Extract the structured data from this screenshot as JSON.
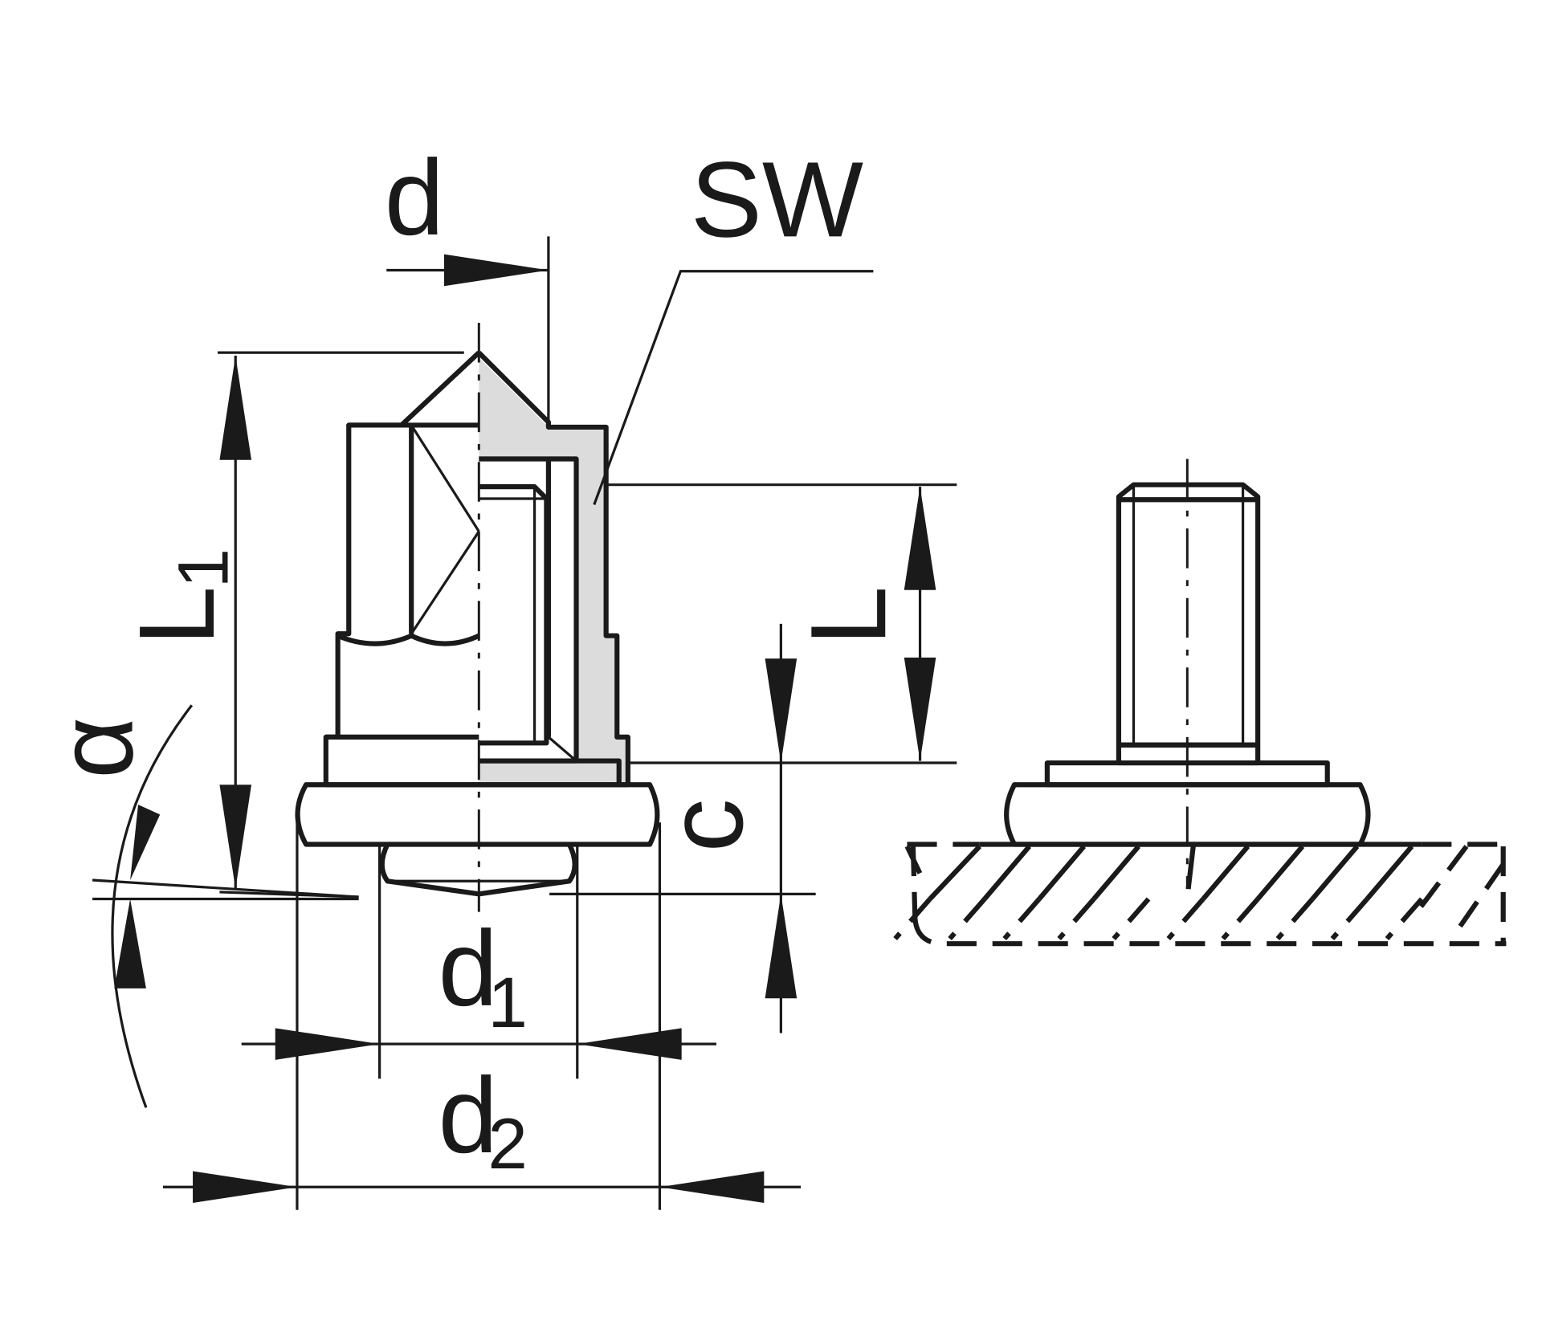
{
  "labels": {
    "d": "d",
    "sw": "SW",
    "l1_main": "L",
    "l1_sub": "1",
    "l": "L",
    "alpha": "α",
    "c": "c",
    "d1_main": "d",
    "d1_sub": "1",
    "d2_main": "d",
    "d2_sub": "2"
  },
  "colors": {
    "line": "#1a1a1a",
    "section_fill": "#dcdcdc",
    "background": "#ffffff"
  }
}
